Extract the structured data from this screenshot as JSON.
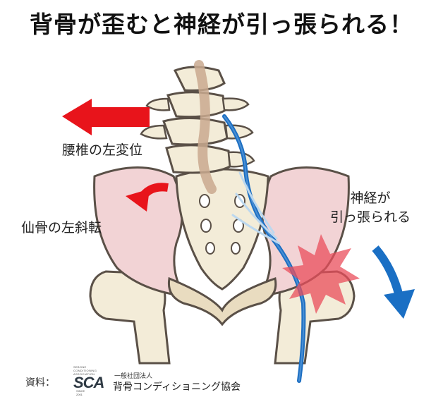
{
  "title": "背骨が歪むと神経が引っ張られる！",
  "labels": {
    "lumbar": "腰椎の左変位",
    "sacrum": "仙骨の左斜転",
    "nerve_line1": "神経が",
    "nerve_line2": "引っ張られる"
  },
  "footer": {
    "source_label": "資料：",
    "logo_small_text": "SEBONE CONDITIONING ASSOCIATION",
    "logo_text": "SCA",
    "logo_since": "SINCE 2001",
    "org_prefix": "一般社団法人",
    "org_name": "背骨コンディショニング協会"
  },
  "colors": {
    "bone": "#f3ecd8",
    "bone_outline": "#5a5047",
    "ilium": "#f2d3d5",
    "spinal_canal": "#c9a98f",
    "arrow_red": "#e8141b",
    "nerve_blue": "#1d6fc2",
    "nerve_light": "#bcd8ef",
    "pain_red": "#e94d5b",
    "pain_blue_arrow": "#1a6fc4"
  },
  "icons": {
    "left_arrow": "arrow-left-icon",
    "curved_arrow": "curved-arrow-icon",
    "down_arrow": "curved-down-arrow-icon",
    "pain_burst": "pain-burst-icon"
  }
}
